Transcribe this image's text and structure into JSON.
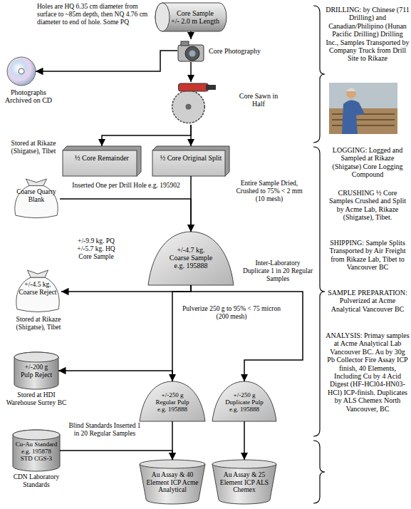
{
  "diagram": {
    "nodes": [
      {
        "text": [
          "Core Sample",
          "+/- 2.0 m Length"
        ]
      },
      {
        "text": [
          "Core Photography"
        ]
      },
      {
        "text": [
          "Photographs Archived on CD"
        ]
      },
      {
        "text": [
          "Core Sawn in Half"
        ]
      },
      {
        "text": [
          "½ Core Remainder"
        ]
      },
      {
        "text": [
          "½ Core Original Split"
        ]
      },
      {
        "text": [
          "Coarse Quarry Blank"
        ]
      },
      {
        "text": [
          "+/-4.7 kg.",
          "Coarse Sample",
          "e.g. 195888"
        ]
      },
      {
        "text": [
          "+/-4.5 kg.",
          "Coarse Reject"
        ]
      },
      {
        "text": [
          "+/-200 g",
          "Pulp Reject"
        ]
      },
      {
        "text": [
          "+/-250 g",
          "Regular Pulp",
          "e.g. 195888"
        ]
      },
      {
        "text": [
          "+/-250 g",
          "Duplicate Pulp",
          "e.g. 195888"
        ]
      },
      {
        "text": [
          "Cu-Au Standard",
          "e.g. 195878",
          "STD CGS-3"
        ]
      },
      {
        "text": [
          "Au Assay & 40 Element ICP Acme Analytical"
        ]
      },
      {
        "text": [
          "Au Assay & 25 Element ICP ALS Chemex"
        ]
      }
    ],
    "edges": [
      {
        "from": 0,
        "to": 1,
        "arrow": "to"
      },
      {
        "from": 1,
        "to": 3,
        "arrow": "to"
      },
      {
        "from": 1,
        "to": 2,
        "arrow": "to"
      },
      {
        "from": 3,
        "to": 5,
        "arrow": "to"
      },
      {
        "from": 3,
        "to": 4,
        "arrow": "to"
      },
      {
        "from": 5,
        "to": 7,
        "label": "Entire Sample Dried, Crushed to 75% < 2 mm (10 mesh)",
        "arrow": "to"
      },
      {
        "from": 6,
        "to": 7,
        "label": "Inserted One per Drill Hole e.g. 195902",
        "arrow": "to"
      },
      {
        "from": 7,
        "to": 8,
        "arrow": "to"
      },
      {
        "from": 7,
        "to": 10,
        "label": "Pulverize 250 g to 95% < 75 micron (200 mesh)",
        "arrow": "to"
      },
      {
        "from": 7,
        "to": 11,
        "label": "Inter-Laboratory Duplicate 1 in 20 Regular Samples",
        "arrow": "to"
      },
      {
        "from": 10,
        "to": 9,
        "arrow": "to"
      },
      {
        "from": 10,
        "to": 13,
        "arrow": "to"
      },
      {
        "from": 12,
        "to": 13,
        "label": "Blind Standards Inserted 1 in 20 Regular Samples",
        "arrow": "to"
      },
      {
        "from": 11,
        "to": 14,
        "arrow": "to"
      }
    ],
    "labels": [
      "Holes are HQ 6.35 cm diameter from surface to ~85m depth, then NQ 4.76 cm diameter to end of hole. Some PQ",
      "DRILLING: by Chinese (711 Drilling) and Canadian/Philipino (Hunan Pacific Drilling) Drilling Inc., Samples Transported by Company Truck from Drill Site to Rikaze",
      "Stored at Rikaze (Shigatse), Tibet",
      "LOGGING: Logged and Sampled at Rikaze (Shigatse) Core Logging Compound",
      "+/-9.9 kg. PQ +/-5.7 kg. HQ Core Sample",
      "CRUSHING ½ Core Samples Crushed and Split by Acme Lab, Rikaze (Shigatse), Tibet.",
      "SHIPPING: Sample Splits Transported by Air Freight from Rikaze Lab, Tibet to Vancouver BC",
      "Stored at Rikaze (Shigatse), Tibet",
      "SAMPLE PREPARATION: Pulverized at Acme Analytical Vancouver BC",
      "ANALYSIS: Primay samples at Acme Analytical Lab Vancouver BC. Au by 30g Pb Collector Fire Assay ICP finish, 40 Elements, Including Cu by 4 Acid Digest (HF-HCl04-HN03-HCl) ICP-finish. Duplicates by ALS Chemex North Vancouver, BC",
      "Stored at HDI Warehouse Surrey BC",
      "CDN Laboratory Standards"
    ]
  }
}
